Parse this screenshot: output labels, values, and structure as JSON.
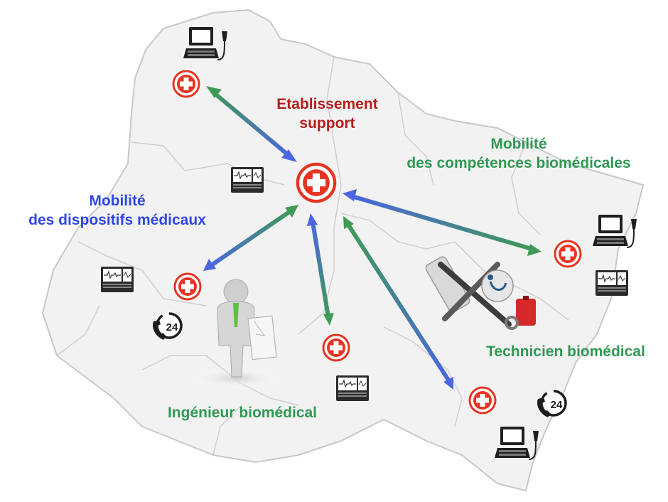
{
  "labels": {
    "support_line1": "Etablissement",
    "support_line2": "support",
    "mobility_devices_line1": "Mobilité",
    "mobility_devices_line2": "des dispositifs médicaux",
    "mobility_skills_line1": "Mobilité",
    "mobility_skills_line2": "des compétences biomédicales",
    "technician": "Technicien biomédical",
    "engineer": "Ingénieur biomédical",
    "phone_24_a": "24",
    "phone_24_b": "24"
  },
  "colors": {
    "support_text": "#b71c1c",
    "devices_text": "#2f47e6",
    "skills_text": "#2e9a52",
    "cross_red": "#e53523",
    "arrow_blue": "#4a66e0",
    "arrow_green": "#3f9a55"
  },
  "icons": [
    "hospital-cross-icon",
    "ecg-monitor-icon",
    "computer-ultrasound-icon",
    "phone-24h-icon",
    "tools-icon",
    "businessman-figure"
  ]
}
